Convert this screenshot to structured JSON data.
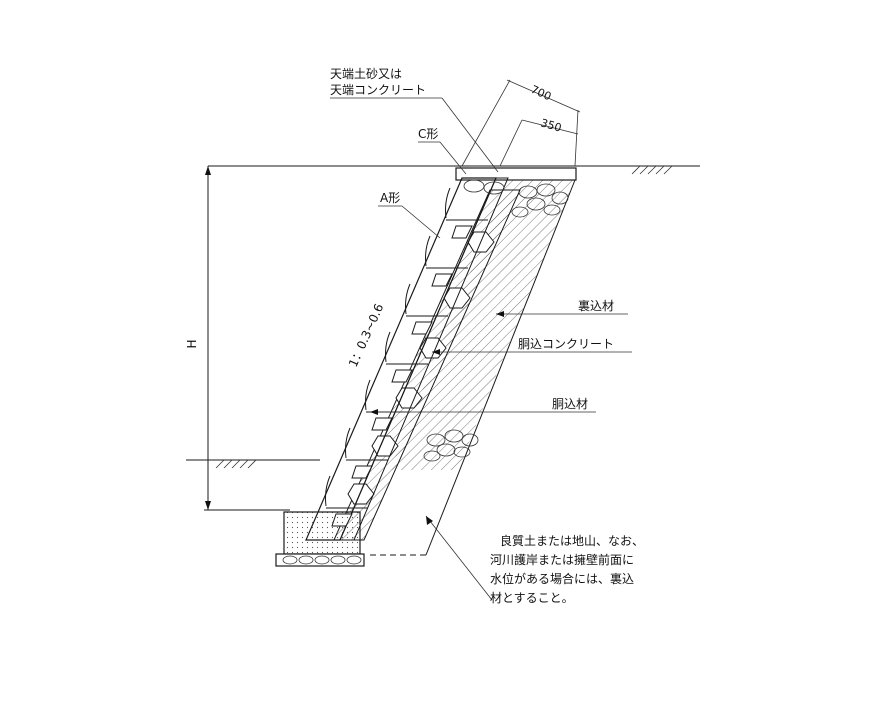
{
  "labels": {
    "crown_top": "天端土砂又は",
    "crown_bottom": "天端コンクリート",
    "c_type": "C形",
    "a_type": "A形",
    "backfill": "裏込材",
    "core_concrete": "胴込コンクリート",
    "core_material": "胴込材",
    "slope": "1：0.3~0.6",
    "height": "H",
    "dim_700": "700",
    "dim_350": "350",
    "note_lines": [
      "良質土または地山、なお、",
      "河川護岸または擁壁前面に",
      "水位がある場合には、裏込",
      "材とすること。"
    ]
  }
}
